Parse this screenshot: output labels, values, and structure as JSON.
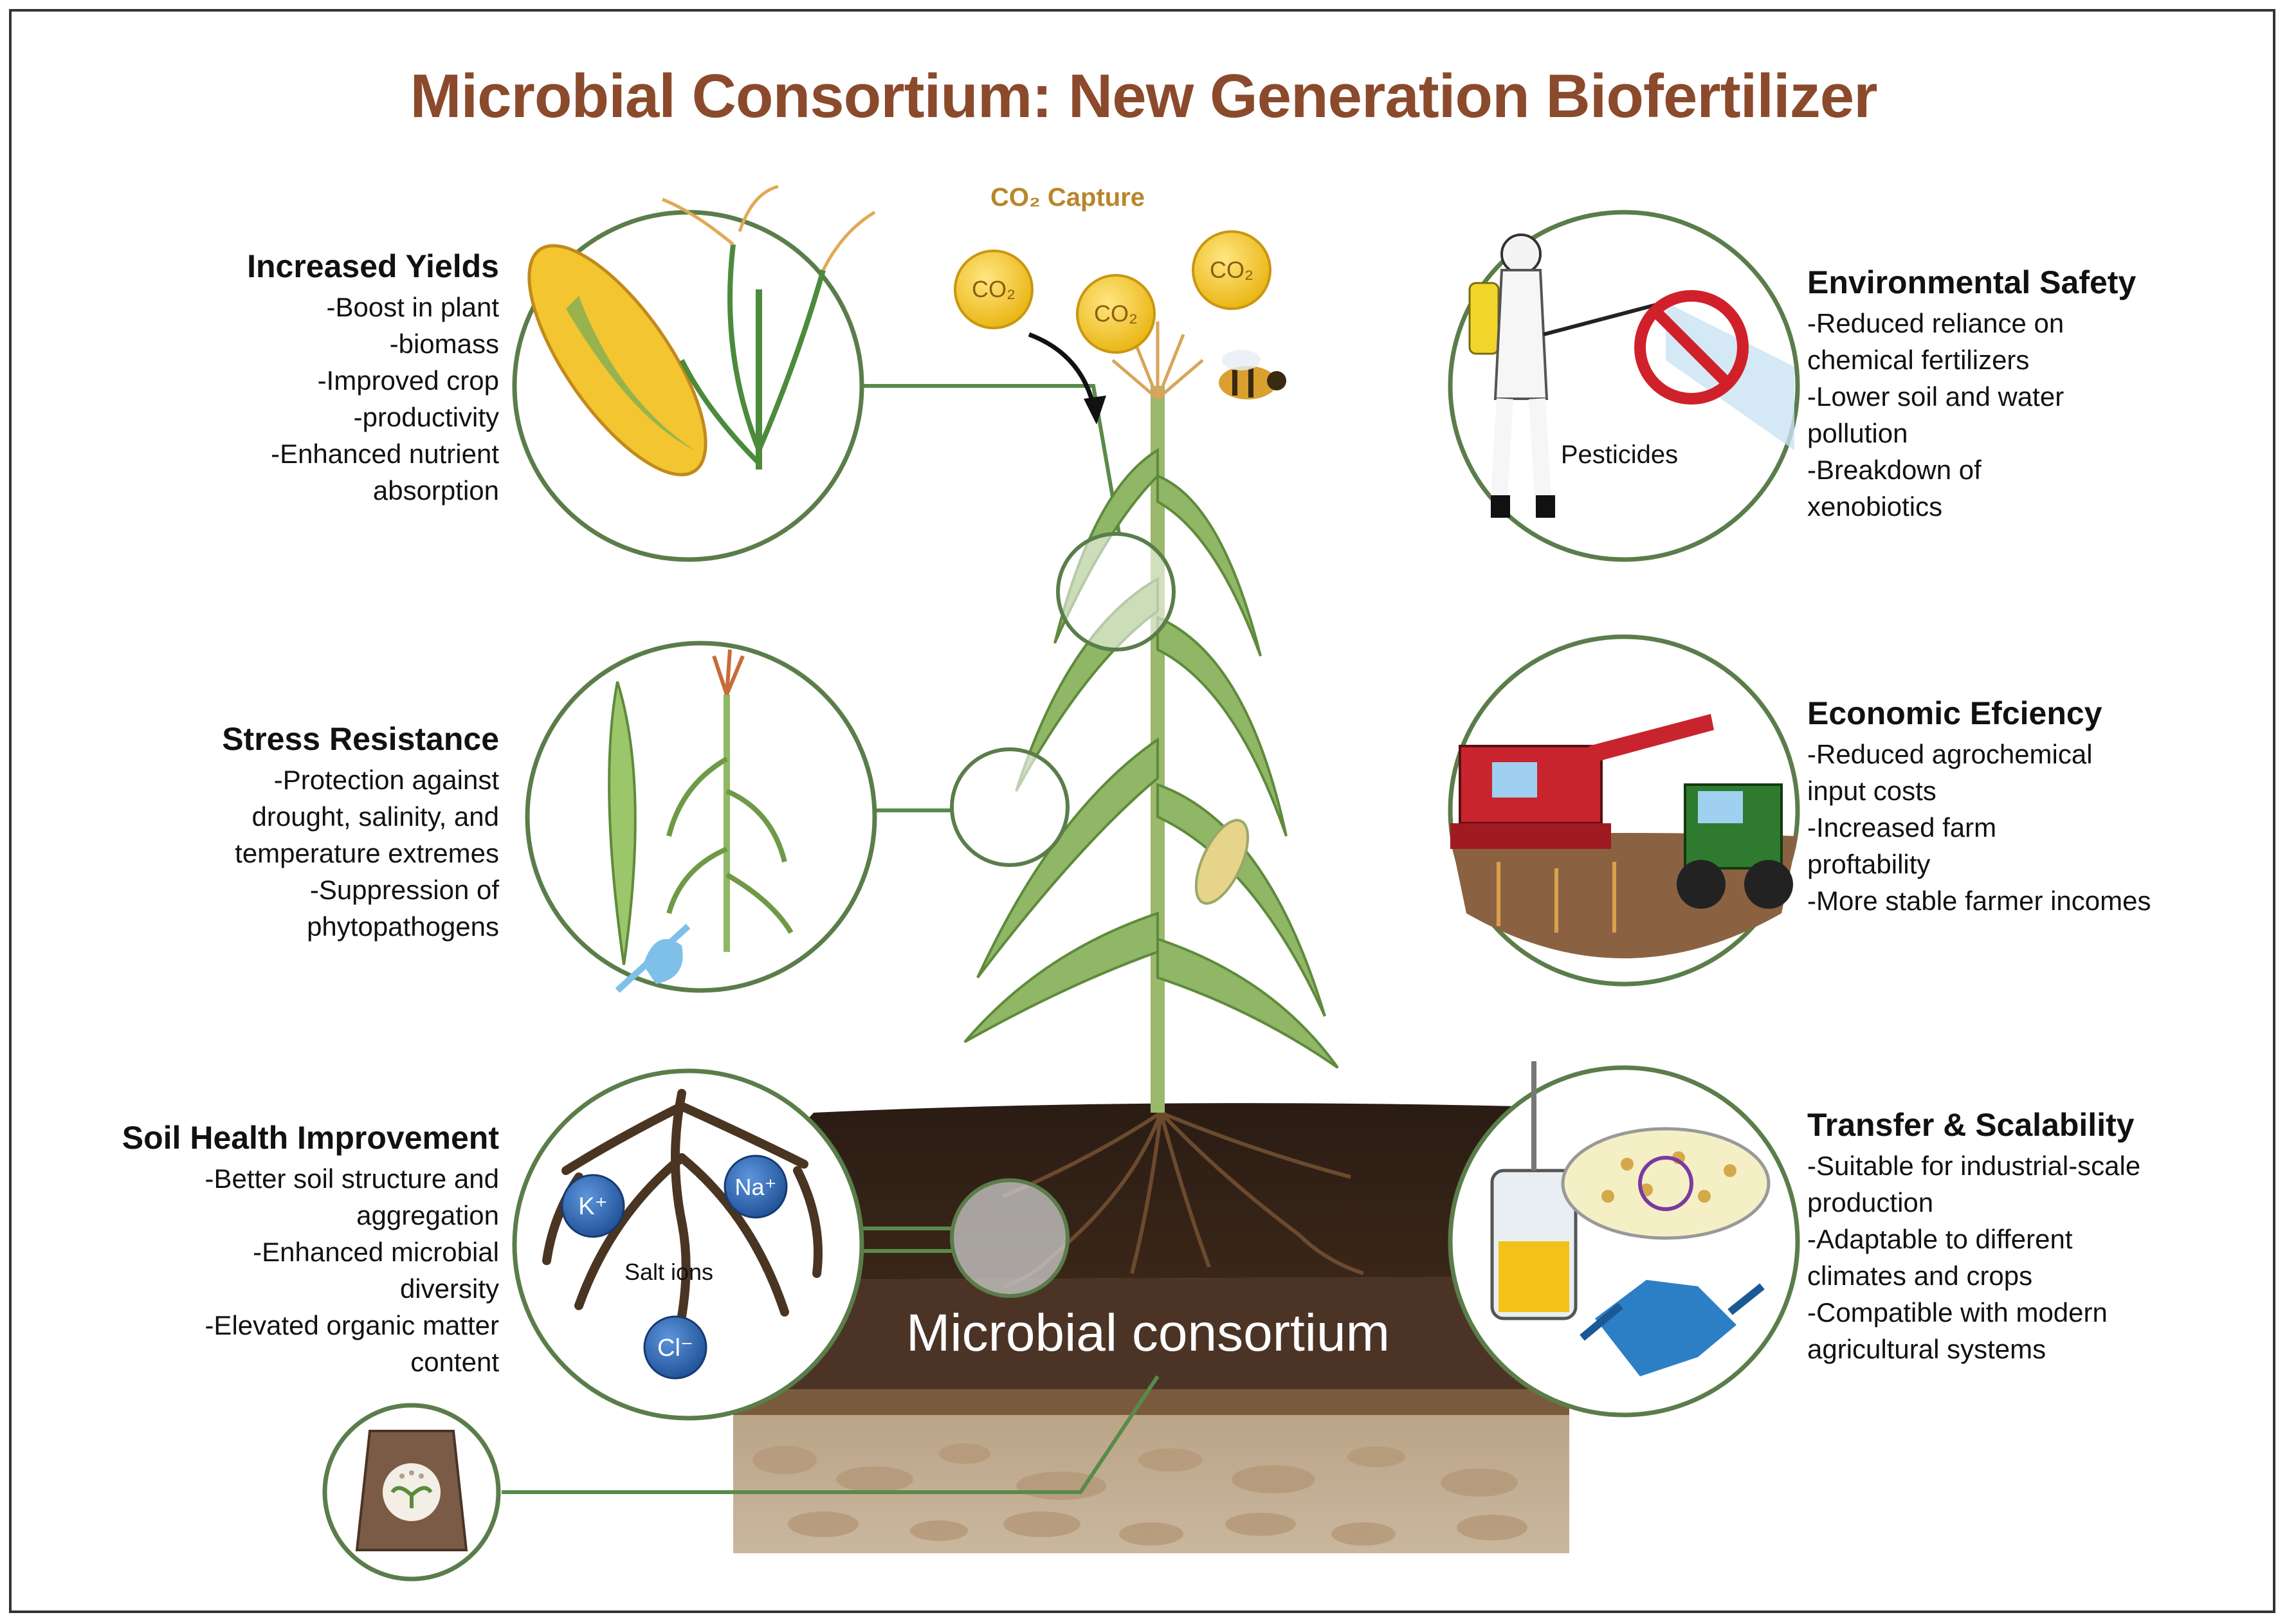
{
  "title": "Microbial Consortium: New Generation Biofertilizer",
  "co2": {
    "caption": "CO₂ Capture",
    "bubble_label": "CO₂"
  },
  "soil_label": "Microbial consortium",
  "ion_labels": {
    "potassium": "K⁺",
    "sodium": "Na⁺",
    "chloride": "Cl⁻",
    "salt": "Salt ions"
  },
  "pesticides_label": "Pesticides",
  "sections": {
    "yields": {
      "heading": "Increased Yields",
      "lines": [
        "-Boost in plant",
        "-biomass",
        "-Improved crop",
        "-productivity",
        "-Enhanced nutrient",
        "absorption"
      ]
    },
    "stress": {
      "heading": "Stress Resistance",
      "lines": [
        "-Protection against",
        "drought, salinity, and",
        "temperature extremes",
        "-Suppression of",
        "phytopathogens"
      ]
    },
    "soil": {
      "heading": "Soil Health Improvement",
      "lines": [
        "-Better soil structure and",
        "aggregation",
        "-Enhanced microbial",
        "diversity",
        "-Elevated organic matter",
        "content"
      ]
    },
    "environment": {
      "heading": "Environmental Safety",
      "lines": [
        "-Reduced reliance on",
        "chemical fertilizers",
        "-Lower soil and water",
        "pollution",
        "-Breakdown of",
        "xenobiotics"
      ]
    },
    "economic": {
      "heading": "Economic Efciency",
      "lines": [
        "-Reduced agrochemical",
        "input costs",
        "-Increased farm",
        "proftability",
        "-More stable farmer incomes"
      ]
    },
    "transfer": {
      "heading": "Transfer & Scalability",
      "lines": [
        "-Suitable for industrial-scale",
        "production",
        "-Adaptable to different",
        "climates and crops",
        "-Compatible with modern",
        "agricultural systems"
      ]
    }
  },
  "colors": {
    "title": "#8b4a2c",
    "circle_border": "#5a7d4a",
    "connector": "#5a8a4a",
    "soil_dark": "#2b1d15",
    "soil_mid": "#4a3020",
    "soil_light": "#8a6a4a",
    "co2_fill": "#f5c518",
    "ion_fill": "#2f6bb8"
  }
}
